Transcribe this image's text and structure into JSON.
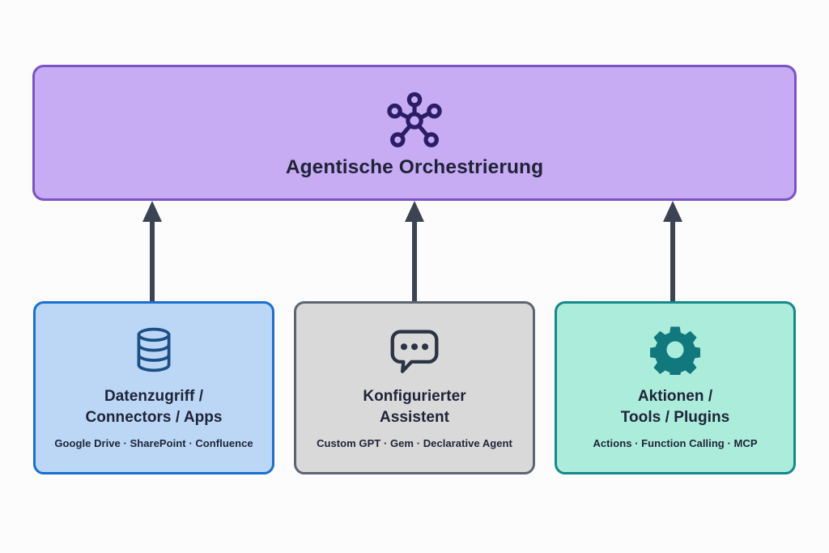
{
  "diagram": {
    "background_color": "#fcfcfd",
    "orchestration": {
      "title": "Agentische Orchestrierung",
      "icon": "hub-network-icon",
      "fill_color": "#c7abf3",
      "border_color": "#7b52c9",
      "text_color": "#1e2338"
    },
    "arrows": [
      {
        "name": "arrow-data-to-orchestration",
        "direction": "up",
        "color": "#3c4453"
      },
      {
        "name": "arrow-assistant-to-orchestration",
        "direction": "up",
        "color": "#3c4453"
      },
      {
        "name": "arrow-actions-to-orchestration",
        "direction": "up",
        "color": "#3c4453"
      }
    ],
    "cards": [
      {
        "id": "data-access",
        "icon": "database-icon",
        "title": "Datenzugriff /\nConnectors / Apps",
        "subtitle": "Google Drive · SharePoint · Confluence",
        "fill_color": "#bbd7f5",
        "border_color": "#1a6fd0",
        "icon_color": "#1c4f86",
        "text_color": "#1e2338"
      },
      {
        "id": "configured-assistant",
        "icon": "chat-bubble-icon",
        "title": "Konfigurierter\nAssistent",
        "subtitle": "Custom GPT · Gem · Declarative Agent",
        "fill_color": "#d9d9d9",
        "border_color": "#5c6672",
        "icon_color": "#2b3444",
        "text_color": "#1e2338"
      },
      {
        "id": "actions-tools",
        "icon": "gear-icon",
        "title": "Aktionen /\nTools / Plugins",
        "subtitle": "Actions · Function Calling · MCP",
        "fill_color": "#abecdb",
        "border_color": "#13898c",
        "icon_color": "#11787d",
        "text_color": "#1e2338"
      }
    ]
  }
}
